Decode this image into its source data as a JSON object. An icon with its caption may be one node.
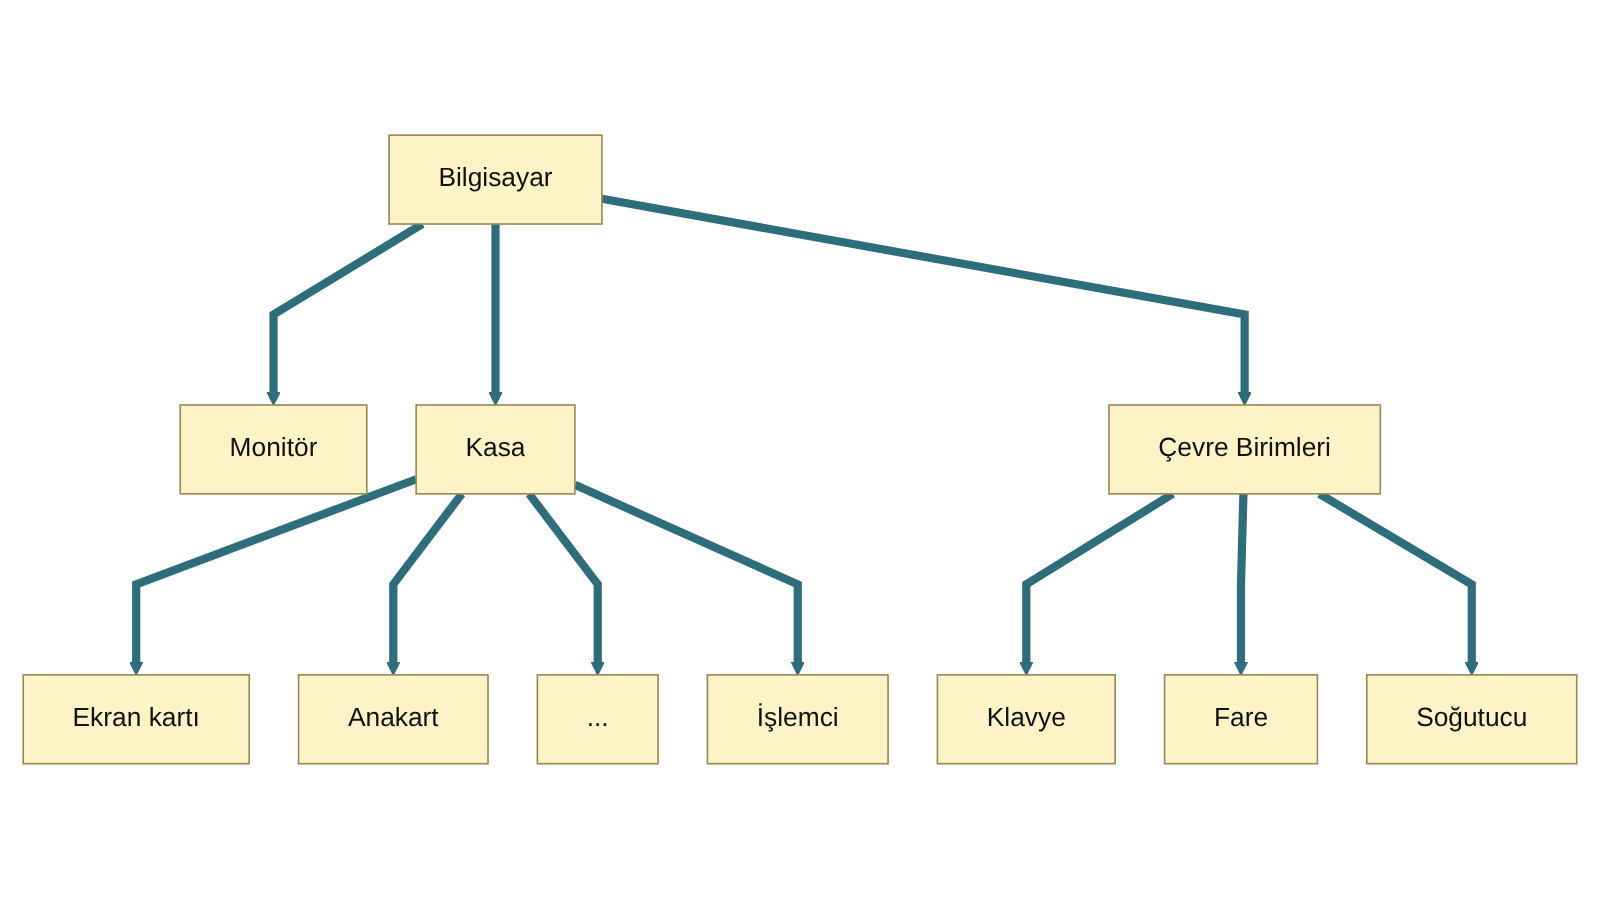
{
  "diagram": {
    "nodes": [
      {
        "text": [
          "Bilgisayar"
        ]
      },
      {
        "text": [
          "Monitör"
        ]
      },
      {
        "text": [
          "Kasa"
        ]
      },
      {
        "text": [
          "Çevre Birimleri"
        ]
      },
      {
        "text": [
          "Ekran kartı"
        ]
      },
      {
        "text": [
          "Anakart"
        ]
      },
      {
        "text": [
          "..."
        ]
      },
      {
        "text": [
          "İşlemci"
        ]
      },
      {
        "text": [
          "Klavye"
        ]
      },
      {
        "text": [
          "Fare"
        ]
      },
      {
        "text": [
          "Soğutucu"
        ]
      }
    ],
    "edges": [
      {
        "from": 0,
        "to": 1,
        "arrow": "to"
      },
      {
        "from": 0,
        "to": 2,
        "arrow": "to"
      },
      {
        "from": 0,
        "to": 3,
        "arrow": "to"
      },
      {
        "from": 2,
        "to": 4,
        "arrow": "to"
      },
      {
        "from": 2,
        "to": 5,
        "arrow": "to"
      },
      {
        "from": 2,
        "to": 6,
        "arrow": "to"
      },
      {
        "from": 2,
        "to": 7,
        "arrow": "to"
      },
      {
        "from": 3,
        "to": 8,
        "arrow": "to"
      },
      {
        "from": 3,
        "to": 9,
        "arrow": "to"
      },
      {
        "from": 3,
        "to": 10,
        "arrow": "to"
      }
    ]
  }
}
